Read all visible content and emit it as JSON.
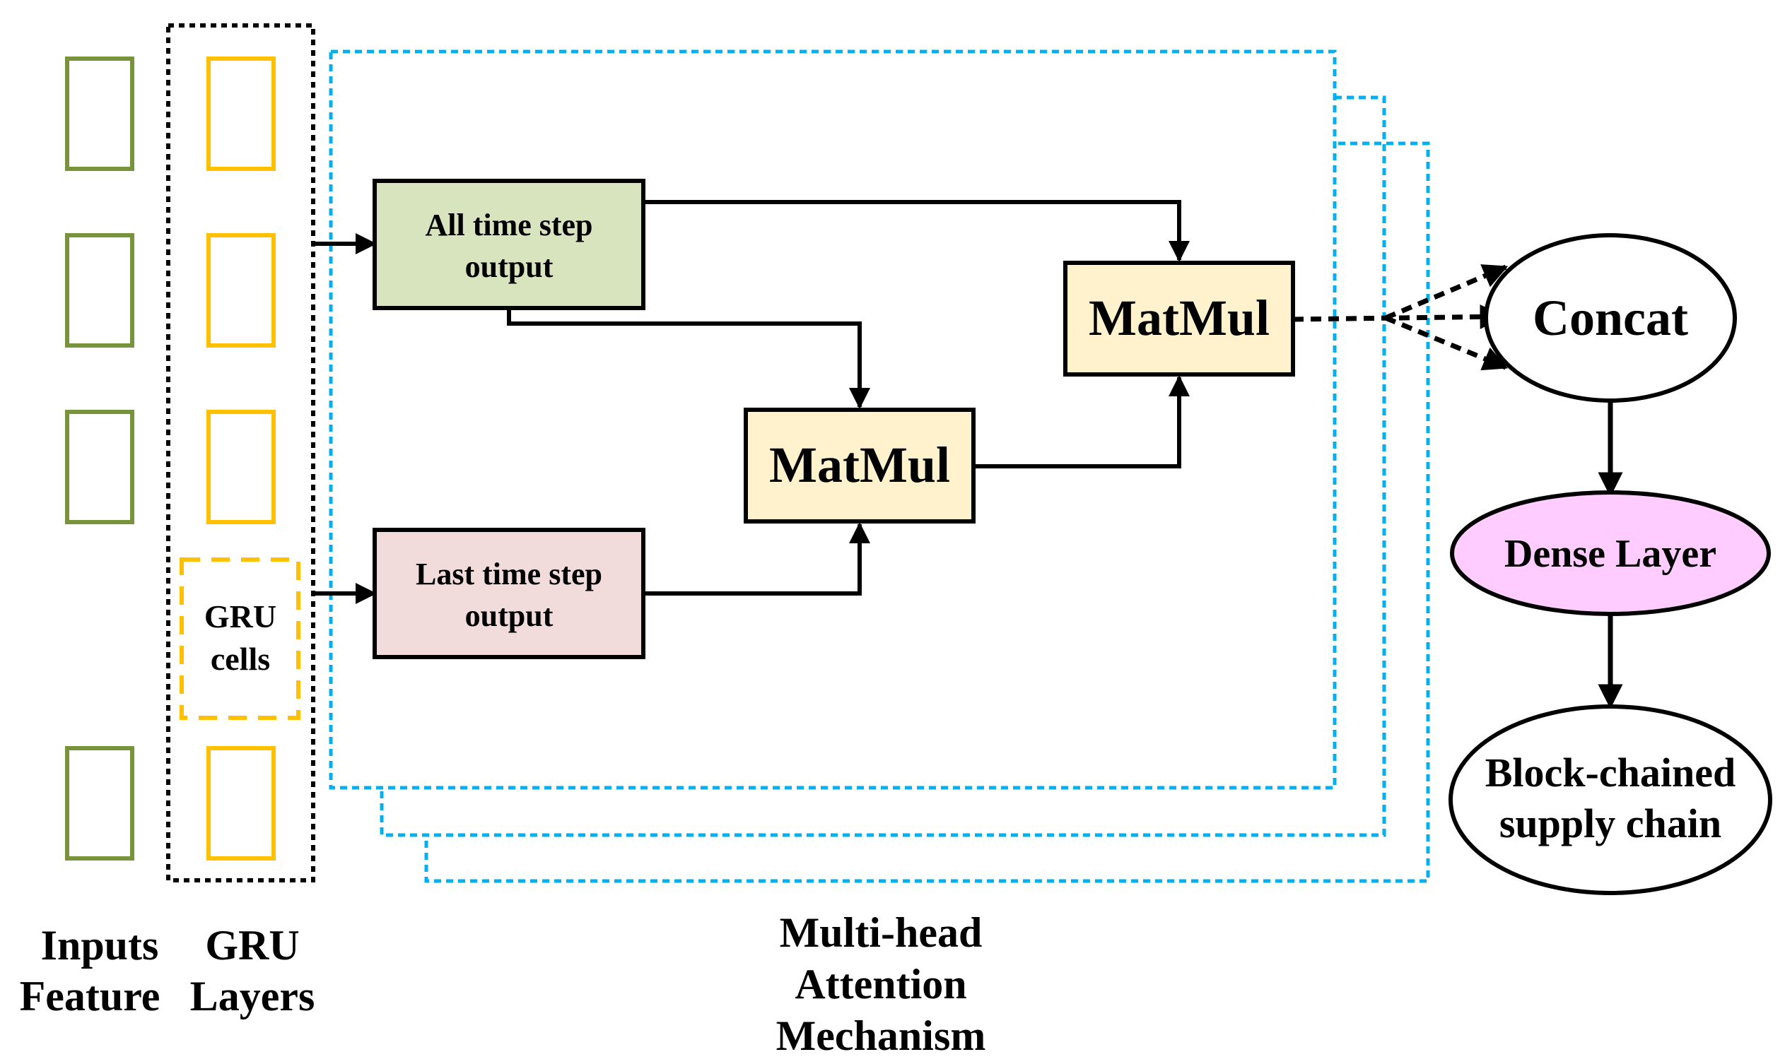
{
  "labels": {
    "inputs_line1": "Inputs",
    "inputs_line2": "Feature",
    "gru_line1": "GRU",
    "gru_line2": "Layers",
    "gru_cells_line1": "GRU",
    "gru_cells_line2": "cells",
    "all_time_line1": "All time step",
    "all_time_line2": "output",
    "last_time_line1": "Last time step",
    "last_time_line2": "output",
    "matmul_inner": "MatMul",
    "matmul_outer": "MatMul",
    "concat": "Concat",
    "dense": "Dense Layer",
    "block_line1": "Block-chained",
    "block_line2": "supply chain",
    "mha_line1": "Multi-head",
    "mha_line2": "Attention",
    "mha_line3": "Mechanism"
  },
  "colors": {
    "input_cell": "#77933C",
    "gru_cell": "#FFC000",
    "attention_frame": "#00B0F0",
    "all_time_fill": "#D7E4BD",
    "last_time_fill": "#F2DCDB",
    "matmul_fill": "#FFF2CC",
    "dense_fill": "#FFCCFF",
    "stroke": "#000000"
  }
}
